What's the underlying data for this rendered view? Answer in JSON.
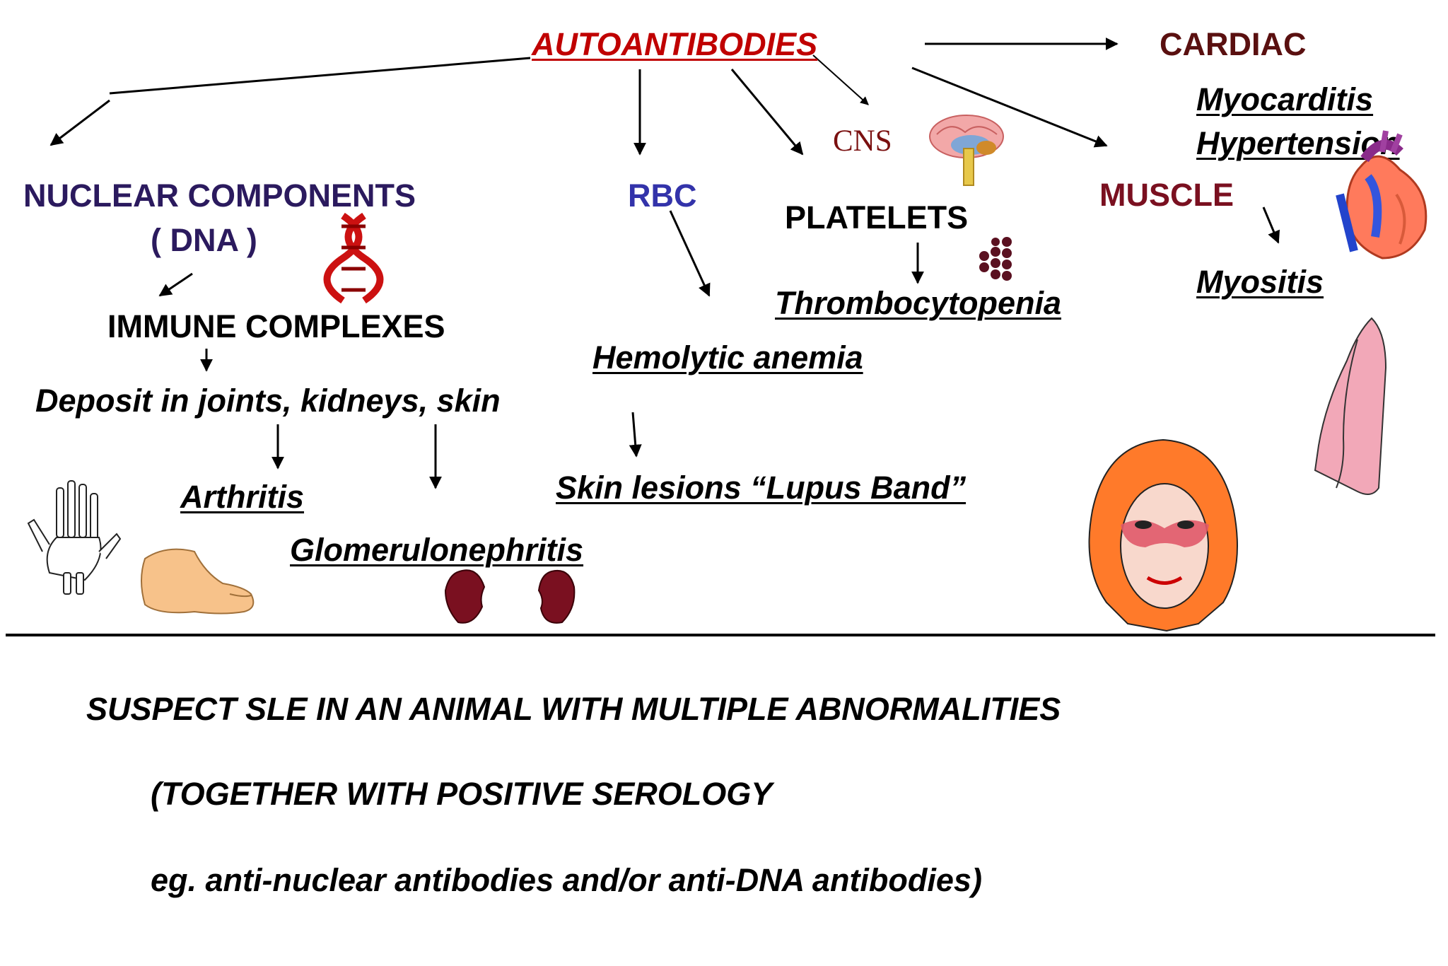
{
  "root": {
    "label": "AUTOANTIBODIES"
  },
  "targets": {
    "nuclear": {
      "label": "NUCLEAR  COMPONENTS",
      "sub": "( DNA )"
    },
    "rbc": {
      "label": "RBC"
    },
    "platelets": {
      "label": "PLATELETS"
    },
    "cns": {
      "label": "CNS"
    },
    "muscle": {
      "label": "MUSCLE"
    },
    "cardiac": {
      "label": "CARDIAC"
    }
  },
  "effects": {
    "immune_complexes": "IMMUNE COMPLEXES",
    "deposit": "Deposit in joints, kidneys, skin",
    "arthritis": "Arthritis",
    "glomerulonephritis": "Glomerulonephritis",
    "skin_lesions": "Skin lesions “Lupus Band”",
    "hemolytic_anemia": "Hemolytic anemia",
    "thrombocytopenia": "Thrombocytopenia",
    "myositis": "Myositis",
    "myocarditis": "Myocarditis",
    "hypertension": "Hypertension"
  },
  "footer": {
    "line1": "SUSPECT  SLE  IN  AN  ANIMAL  WITH  MULTIPLE  ABNORMALITIES",
    "line2": "(TOGETHER WITH POSITIVE SEROLOGY",
    "line3": "eg. anti-nuclear antibodies and/or anti-DNA antibodies)"
  },
  "colors": {
    "root": "#c00000",
    "nuclear": "#2b1a5e",
    "rbc": "#3333aa",
    "cns": "#7a1010",
    "muscle": "#7a1020",
    "cardiac": "#5a1010",
    "text": "#000000"
  },
  "illustrations": [
    "hand-skeleton-icon",
    "foot-icon",
    "kidney-icon",
    "dna-icon",
    "brain-icon",
    "platelets-icon",
    "face-icon",
    "heart-icon",
    "muscle-icon"
  ]
}
